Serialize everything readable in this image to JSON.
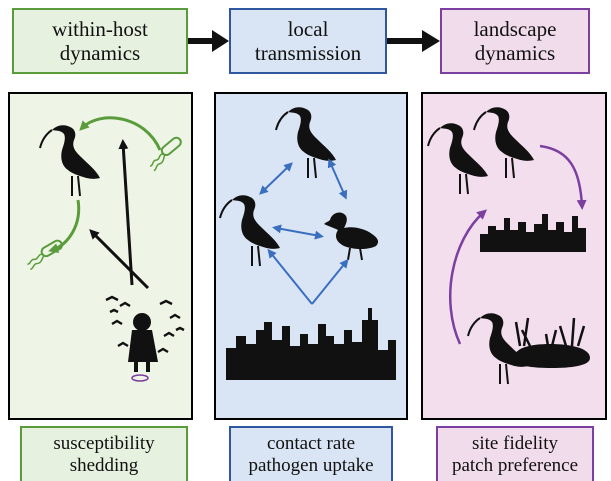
{
  "columns": [
    {
      "header_lines": [
        "within-host",
        "dynamics"
      ],
      "label_lines": [
        "susceptibility",
        "shedding"
      ],
      "color": "#5a9c3c"
    },
    {
      "header_lines": [
        "local",
        "transmission"
      ],
      "label_lines": [
        "contact rate",
        "pathogen uptake"
      ],
      "color": "#2f57a0"
    },
    {
      "header_lines": [
        "landscape",
        "dynamics"
      ],
      "label_lines": [
        "site fidelity",
        "patch preference"
      ],
      "color": "#7b3fa0"
    }
  ],
  "icons": {
    "ibis": "ibis-icon",
    "duck": "duck-icon",
    "pathogen": "bacterium-icon",
    "city": "city-skyline-icon",
    "wetland": "wetland-pond-icon",
    "human": "child-feeding-birds-icon"
  }
}
